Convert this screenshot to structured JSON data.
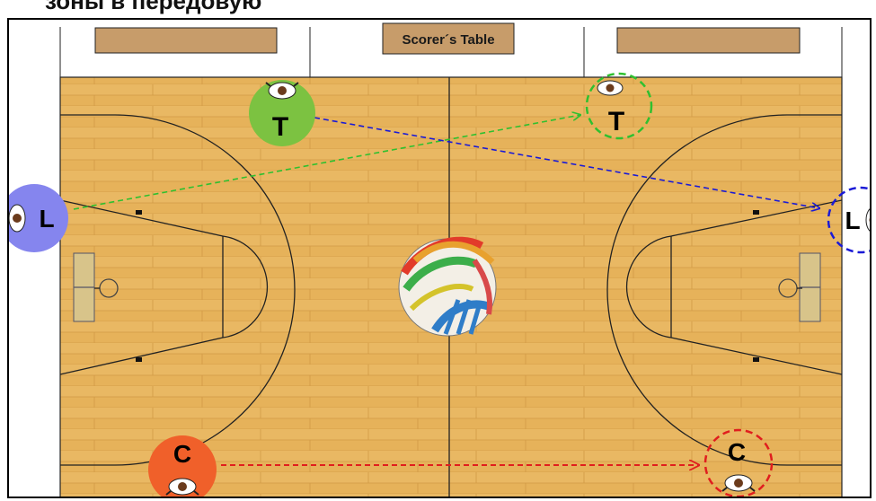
{
  "heading": "зоны в передовую",
  "scorers_table": "Scorer´s Table",
  "colors": {
    "court": "#e6b25a",
    "line": "#222222",
    "green": "#7cc241",
    "blue": "#8585ee",
    "red": "#f0602a",
    "green_dash": "#2fc02f",
    "blue_dash": "#1a1ad6",
    "red_dash": "#e01e1e"
  },
  "players": [
    {
      "id": "T",
      "label": "T",
      "role": "start",
      "color": "green"
    },
    {
      "id": "L",
      "label": "L",
      "role": "start",
      "color": "blue"
    },
    {
      "id": "C",
      "label": "C",
      "role": "start",
      "color": "red"
    },
    {
      "id": "T2",
      "label": "T",
      "role": "end",
      "color": "green"
    },
    {
      "id": "L2",
      "label": "L",
      "role": "end",
      "color": "blue"
    },
    {
      "id": "C2",
      "label": "C",
      "role": "end",
      "color": "red"
    }
  ],
  "moves": [
    {
      "from": "L",
      "to": "T2",
      "color": "green"
    },
    {
      "from": "T",
      "to": "L2",
      "color": "blue"
    },
    {
      "from": "C",
      "to": "C2",
      "color": "red"
    }
  ],
  "icons": [
    "player-icon",
    "basketball-icon",
    "arrow-icon"
  ]
}
